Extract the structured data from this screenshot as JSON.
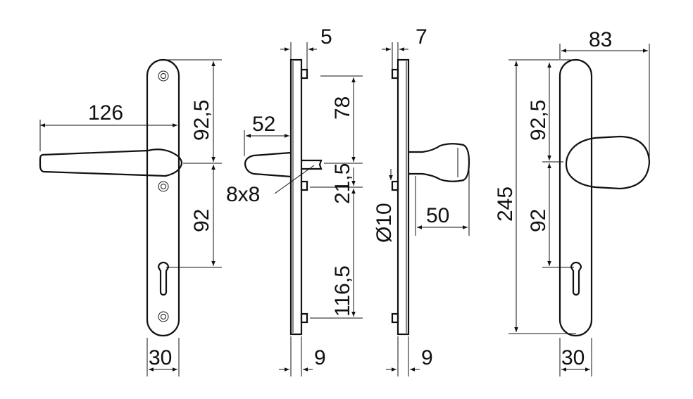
{
  "lever_front": {
    "width_126": "126",
    "upper_92_5": "92,5",
    "lower_92": "92",
    "plate_30": "30"
  },
  "lever_side": {
    "top_5": "5",
    "lever_52": "52",
    "spindle": "8x8",
    "top_78": "78",
    "mid_21_5": "21,5",
    "bottom_116_5": "116,5",
    "plate_9": "9"
  },
  "knob_side": {
    "top_7": "7",
    "diameter_10": "Ø10",
    "knob_50": "50",
    "plate_9": "9"
  },
  "knob_front": {
    "width_83": "83",
    "height_245": "245",
    "upper_92_5": "92,5",
    "lower_92": "92",
    "plate_30": "30"
  }
}
